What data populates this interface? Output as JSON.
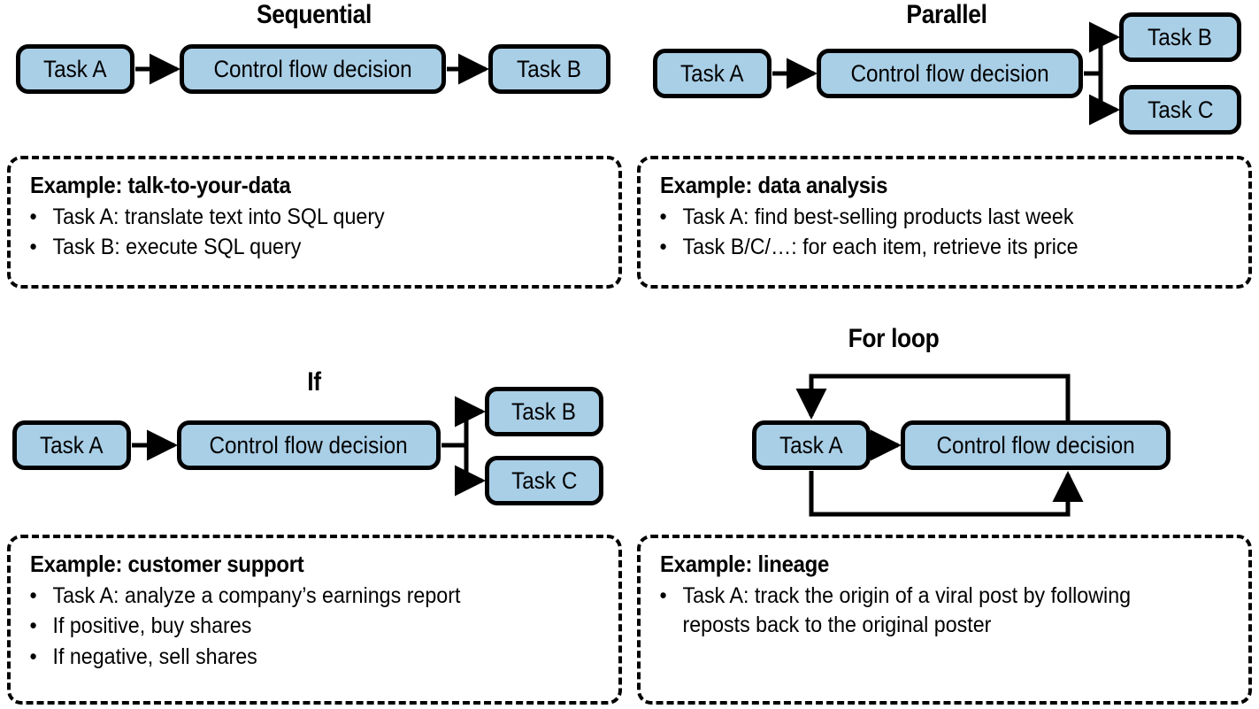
{
  "figure": {
    "kind": "control-flow-patterns-diagram",
    "node_fill_color": "#a9cfe7",
    "node_border_color": "#000000",
    "background_color": "#ffffff"
  },
  "panels": [
    {
      "id": "sequential",
      "title": "Sequential",
      "nodes": {
        "task_a": "Task A",
        "control": "Control flow decision",
        "task_b": "Task B"
      },
      "example": {
        "title": "Example: talk-to-your-data",
        "items": [
          "Task A: translate text into SQL query",
          "Task B: execute SQL query"
        ]
      }
    },
    {
      "id": "parallel",
      "title": "Parallel",
      "nodes": {
        "task_a": "Task A",
        "control": "Control flow decision",
        "task_b": "Task B",
        "task_c": "Task C"
      },
      "example": {
        "title": "Example: data analysis",
        "items": [
          "Task A: find best-selling products last week",
          "Task B/C/…: for each item, retrieve its price"
        ]
      }
    },
    {
      "id": "if",
      "title": "If",
      "nodes": {
        "task_a": "Task A",
        "control": "Control flow decision",
        "task_b": "Task B",
        "task_c": "Task C"
      },
      "example": {
        "title": "Example: customer support",
        "items": [
          "Task A: analyze a company’s earnings report",
          "If positive, buy shares",
          "If negative, sell shares"
        ]
      }
    },
    {
      "id": "for-loop",
      "title": "For loop",
      "nodes": {
        "task_a": "Task A",
        "control": "Control flow decision"
      },
      "example": {
        "title": "Example: lineage",
        "items": [
          "Task A: track the origin of a viral post by following reposts back to the original poster"
        ]
      }
    }
  ],
  "bullet_glyph": "•"
}
